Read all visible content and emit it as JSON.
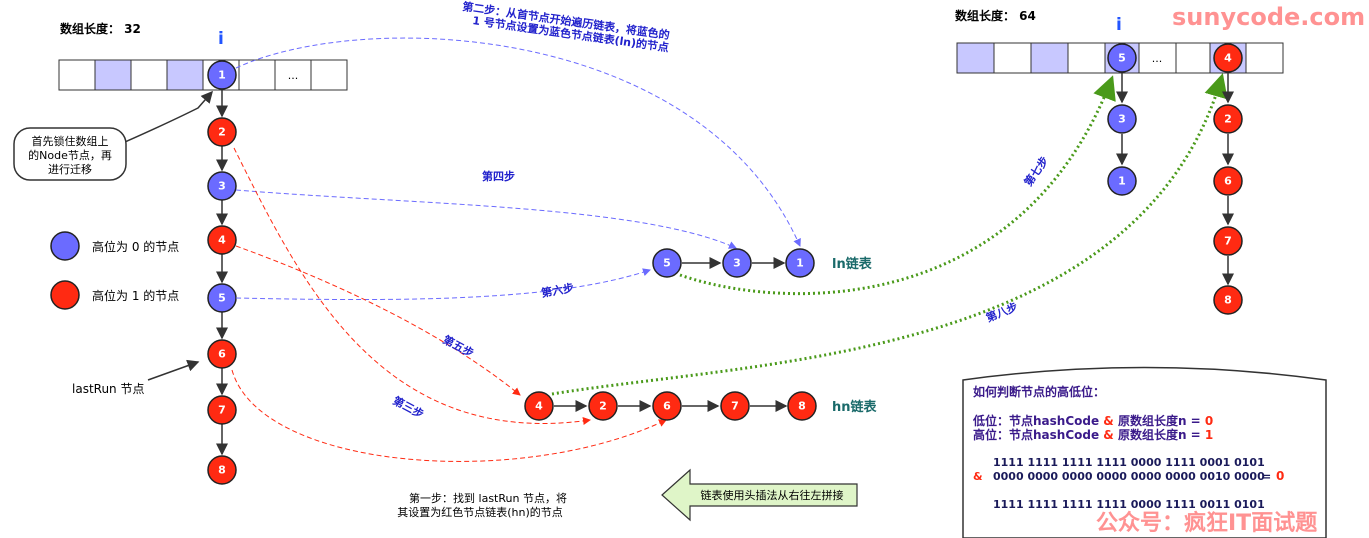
{
  "left": {
    "array_length_label": "数组长度： 32",
    "i_label": "i",
    "ellipsis": "...",
    "callout_lines": [
      "首先锁住数组上",
      "的Node节点，再",
      "进行迁移"
    ],
    "legend": [
      {
        "text": "高位为 0 的节点",
        "color": "#6b6bff"
      },
      {
        "text": "高位为 1 的节点",
        "color": "#ff2a12"
      }
    ],
    "lastrun_label": "lastRun 节点",
    "chain": [
      "1",
      "2",
      "3",
      "4",
      "5",
      "6",
      "7",
      "8"
    ]
  },
  "lists": {
    "ln_nodes": [
      "5",
      "3",
      "1"
    ],
    "ln_label": "ln链表",
    "hn_nodes": [
      "4",
      "2",
      "6",
      "7",
      "8"
    ],
    "hn_label": "hn链表"
  },
  "steps": {
    "step2_lines": [
      "第二步：从首节点开始遍历链表，将蓝色的",
      "1 号节点设置为蓝色节点链表(ln)的节点"
    ],
    "step4": "第四步",
    "step6": "第六步",
    "step5": "第五步",
    "step3": "第三步",
    "step7": "第七步",
    "step8": "第八步",
    "step1_lines": [
      "第一步：找到 lastRun 节点，将",
      "其设置为红色节点链表(hn)的节点"
    ]
  },
  "arrow_note": "链表使用头插法从右往左拼接",
  "right": {
    "array_length_label": "数组长度： 64",
    "i_label": "i",
    "ellipsis": "...",
    "blue_chain": [
      "5",
      "3",
      "1"
    ],
    "red_chain": [
      "4",
      "2",
      "6",
      "7",
      "8"
    ]
  },
  "watermarks": {
    "top": "sunycode.com",
    "bottom": "公众号：疯狂IT面试题"
  },
  "info_box": {
    "title": "如何判断节点的高低位：",
    "low_line": [
      "低位：节点hashCode ",
      "&",
      " 原数组长度n = ",
      "0"
    ],
    "high_line": [
      "高位：节点hashCode ",
      "&",
      " 原数组长度n = ",
      "1"
    ],
    "calc1_a": "1111 1111 1111 1111 0000 1111 0001 0101",
    "calc1_b": "0000 0000 0000 0000 0000 0000 0010 0000",
    "calc1_result": "0",
    "calc2_a": "1111 1111 1111 1111 0000 1111 0011 0101",
    "amp": "&",
    "eq": "="
  },
  "colors": {
    "blue_node": "#6b6bff",
    "red_node": "#ff2a12",
    "array_fill": "#c8c8ff",
    "green_dots": "#4a9a1a",
    "step_text": "#2222cc"
  }
}
